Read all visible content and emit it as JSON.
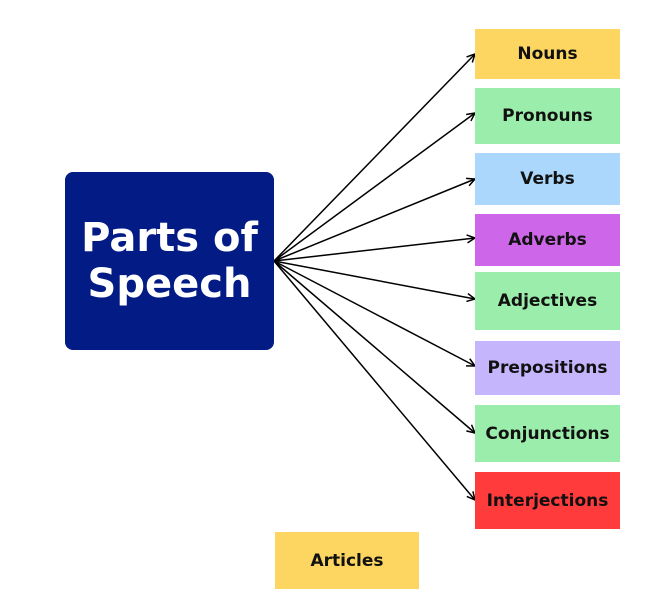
{
  "central": {
    "line1": "Parts of",
    "line2": "Speech",
    "color": "#021b85"
  },
  "parts": [
    {
      "label": "Nouns",
      "color": "#fdd662"
    },
    {
      "label": "Pronouns",
      "color": "#9bedab"
    },
    {
      "label": "Verbs",
      "color": "#aad7fb"
    },
    {
      "label": "Adverbs",
      "color": "#cd66e9"
    },
    {
      "label": "Adjectives",
      "color": "#9bedab"
    },
    {
      "label": "Prepositions",
      "color": "#c4b5fd"
    },
    {
      "label": "Conjunctions",
      "color": "#9bedab"
    },
    {
      "label": "Interjections",
      "color": "#ff3b3b"
    }
  ],
  "extra": {
    "label": "Articles",
    "color": "#fdd662"
  }
}
